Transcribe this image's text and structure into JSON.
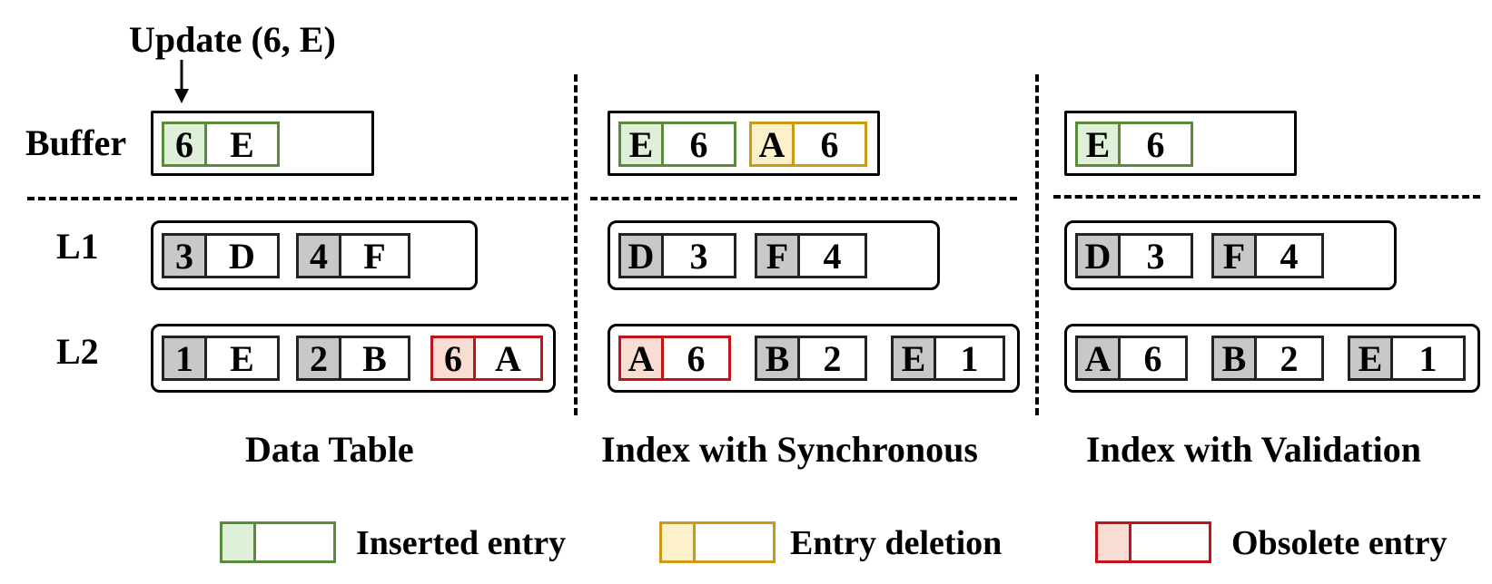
{
  "update_label": "Update (6, E)",
  "row_labels": {
    "buffer": "Buffer",
    "l1": "L1",
    "l2": "L2"
  },
  "panels": {
    "data_table": {
      "caption": "Data Table",
      "buffer": [
        {
          "k": "6",
          "v": "E",
          "state": "inserted"
        }
      ],
      "l1": [
        {
          "k": "3",
          "v": "D",
          "state": "normal"
        },
        {
          "k": "4",
          "v": "F",
          "state": "normal"
        }
      ],
      "l2": [
        {
          "k": "1",
          "v": "E",
          "state": "normal"
        },
        {
          "k": "2",
          "v": "B",
          "state": "normal"
        },
        {
          "k": "6",
          "v": "A",
          "state": "obsolete"
        }
      ]
    },
    "index_sync": {
      "caption": "Index with Synchronous",
      "buffer": [
        {
          "k": "E",
          "v": "6",
          "state": "inserted"
        },
        {
          "k": "A",
          "v": "6",
          "state": "deletion"
        }
      ],
      "l1": [
        {
          "k": "D",
          "v": "3",
          "state": "normal"
        },
        {
          "k": "F",
          "v": "4",
          "state": "normal"
        }
      ],
      "l2": [
        {
          "k": "A",
          "v": "6",
          "state": "obsolete"
        },
        {
          "k": "B",
          "v": "2",
          "state": "normal"
        },
        {
          "k": "E",
          "v": "1",
          "state": "normal"
        }
      ]
    },
    "index_validation": {
      "caption": "Index with Validation",
      "buffer": [
        {
          "k": "E",
          "v": "6",
          "state": "inserted"
        }
      ],
      "l1": [
        {
          "k": "D",
          "v": "3",
          "state": "normal"
        },
        {
          "k": "F",
          "v": "4",
          "state": "normal"
        }
      ],
      "l2": [
        {
          "k": "A",
          "v": "6",
          "state": "normal"
        },
        {
          "k": "B",
          "v": "2",
          "state": "normal"
        },
        {
          "k": "E",
          "v": "1",
          "state": "normal"
        }
      ]
    }
  },
  "legend": {
    "inserted": "Inserted entry",
    "deletion": "Entry deletion",
    "obsolete": "Obsolete entry"
  },
  "colors": {
    "inserted_border": "#5a8a3c",
    "inserted_fill": "#dff0d8",
    "deletion_border": "#c99a12",
    "deletion_fill": "#fdf1cc",
    "obsolete_border": "#c0141c",
    "obsolete_fill": "#f9dcd2",
    "normal_key_fill": "#c8c8c8"
  }
}
